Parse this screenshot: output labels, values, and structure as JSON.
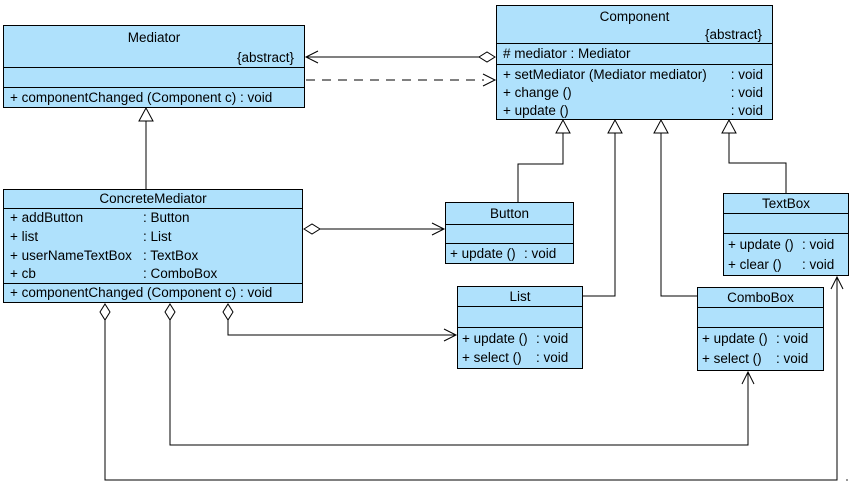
{
  "diagram": {
    "background": "#FFFFFF",
    "box_fill": "#AFE1FC",
    "line_color": "#000000"
  },
  "classes": {
    "mediator": {
      "name": "Mediator",
      "stereotype": "{abstract}",
      "method": "+ componentChanged (Component c) : void"
    },
    "component": {
      "name": "Component",
      "stereotype": "{abstract}",
      "attribute": "# mediator : Mediator",
      "methods": [
        {
          "sig": "+ setMediator (Mediator mediator)",
          "ret": ": void"
        },
        {
          "sig": "+ change ()",
          "ret": ": void"
        },
        {
          "sig": "+ update ()",
          "ret": ": void"
        }
      ]
    },
    "concrete_mediator": {
      "name": "ConcreteMediator",
      "attributes": [
        {
          "name": "+ addButton",
          "type": ": Button"
        },
        {
          "name": "+ list",
          "type": ": List"
        },
        {
          "name": "+ userNameTextBox",
          "type": ": TextBox"
        },
        {
          "name": "+ cb",
          "type": ": ComboBox"
        }
      ],
      "method": "+ componentChanged (Component c) : void"
    },
    "button": {
      "name": "Button",
      "methods": [
        {
          "sig": "+ update ()",
          "ret": ": void"
        }
      ]
    },
    "list": {
      "name": "List",
      "methods": [
        {
          "sig": "+ update ()",
          "ret": ": void"
        },
        {
          "sig": "+ select ()",
          "ret": ": void"
        }
      ]
    },
    "text_box": {
      "name": "TextBox",
      "methods": [
        {
          "sig": "+ update ()",
          "ret": ": void"
        },
        {
          "sig": "+ clear ()",
          "ret": ": void"
        }
      ]
    },
    "combo_box": {
      "name": "ComboBox",
      "methods": [
        {
          "sig": "+ update ()",
          "ret": ": void"
        },
        {
          "sig": "+ select ()",
          "ret": ": void"
        }
      ]
    }
  },
  "relationships": [
    {
      "type": "aggregation",
      "owner": "Component",
      "part": "Mediator"
    },
    {
      "type": "dependency",
      "from": "Mediator",
      "to": "Component"
    },
    {
      "type": "generalization",
      "child": "ConcreteMediator",
      "parent": "Mediator"
    },
    {
      "type": "generalization",
      "child": "Button",
      "parent": "Component"
    },
    {
      "type": "generalization",
      "child": "List",
      "parent": "Component"
    },
    {
      "type": "generalization",
      "child": "ComboBox",
      "parent": "Component"
    },
    {
      "type": "generalization",
      "child": "TextBox",
      "parent": "Component"
    },
    {
      "type": "directed-aggregation",
      "owner": "ConcreteMediator",
      "part": "Button"
    },
    {
      "type": "directed-aggregation",
      "owner": "ConcreteMediator",
      "part": "List"
    },
    {
      "type": "directed-aggregation",
      "owner": "ConcreteMediator",
      "part": "ComboBox"
    },
    {
      "type": "directed-aggregation",
      "owner": "ConcreteMediator",
      "part": "TextBox"
    }
  ]
}
